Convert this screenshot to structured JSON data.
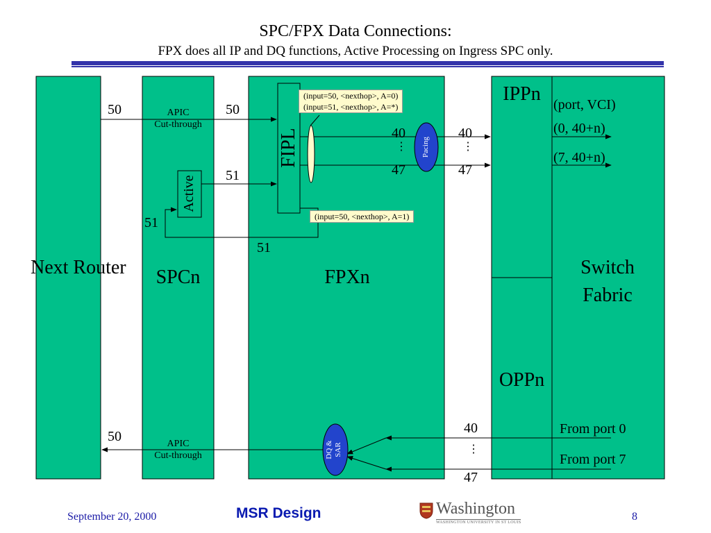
{
  "title": "SPC/FPX Data Connections:",
  "subtitle": "FPX does all IP and DQ functions, Active Processing on Ingress SPC only.",
  "colors": {
    "block": "#00c08a",
    "rule_blue": "#3333aa",
    "oval_blue": "#2244cc",
    "note_bg": "#fffbcc",
    "footer_text": "#1a1aa6"
  },
  "blocks": {
    "next_router": "Next Router",
    "spcn": "SPCn",
    "fpxn": "FPXn",
    "ippn": "IPPn",
    "oppn": "OPPn",
    "switch_fabric": "Switch Fabric"
  },
  "labels": {
    "apic_top": "APIC",
    "cut_through_top": "Cut-through",
    "apic_bottom": "APIC",
    "cut_through_bottom": "Cut-through",
    "active": "Active",
    "fipl": "FIPL",
    "pacing": "Pacing",
    "dq_sar_line1": "DQ &",
    "dq_sar_line2": "SAR",
    "port_vci": "(port, VCI)",
    "vci_first": "(0, 40+n)",
    "vci_last": "(7, 40+n)",
    "from_port_0": "From port 0",
    "from_port_7": "From port 7"
  },
  "numbers": {
    "n50_router_top": "50",
    "n50_spc_top": "50",
    "n51_spc_in": "51",
    "n51_loop_left": "51",
    "n51_loop_bottom": "51",
    "n40_left": "40",
    "n47_left": "47",
    "n40_right": "40",
    "n47_right": "47",
    "n50_router_bottom": "50",
    "n40_bottom": "40",
    "n47_bottom": "47",
    "dots": "⋮"
  },
  "notes": {
    "filter_line1": "(input=50, <nexthop>, A=0)",
    "filter_line2": "(input=51, <nexthop>, A=*)",
    "filter_active": "(input=50, <nexthop>, A=1)"
  },
  "footer": {
    "date": "September 20, 2000",
    "brand": "MSR Design",
    "logo_word": "Washington",
    "logo_sub": "WASHINGTON UNIVERSITY IN ST LOUIS",
    "page": "8"
  }
}
